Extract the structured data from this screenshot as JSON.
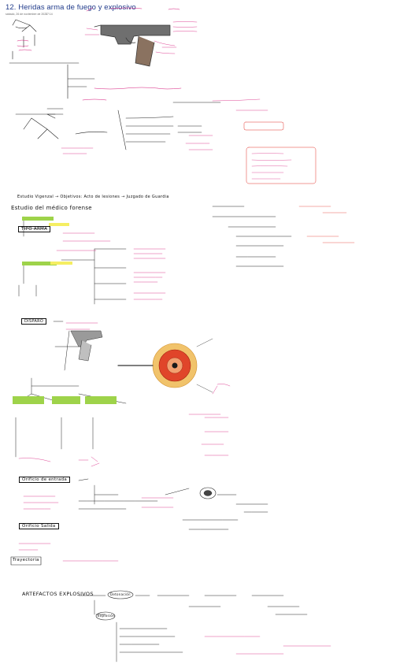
{
  "header": {
    "title": "12. Heridas arma de fuego y explosivo",
    "date": "sábado, 26 de noviembre de 2022",
    "time": "17:14"
  },
  "sections": {
    "estudio": "Estudio Vigenzal → Objetivos: Acto de lesiones → Juzgado de Guardia",
    "medico": "Estudio del médico forense",
    "tipo_arma": "TIPO ARMA",
    "disparo": "DISPARO",
    "orificio_entrada": "Orificio de entrada",
    "orificio_salida": "Orificio Salida",
    "trayectoria": "Trayectoria",
    "explosivos": "ARTEFACTOS EXPLOSIVOS",
    "detonacion": "Detonación",
    "explosion": "Explosión"
  },
  "colors": {
    "title": "#1f3a8a",
    "ink": "#222222",
    "pink": "#d6177a",
    "red": "#e2322a",
    "green_highlight": "#9ed34a",
    "yellow_highlight": "#f5ee62"
  }
}
